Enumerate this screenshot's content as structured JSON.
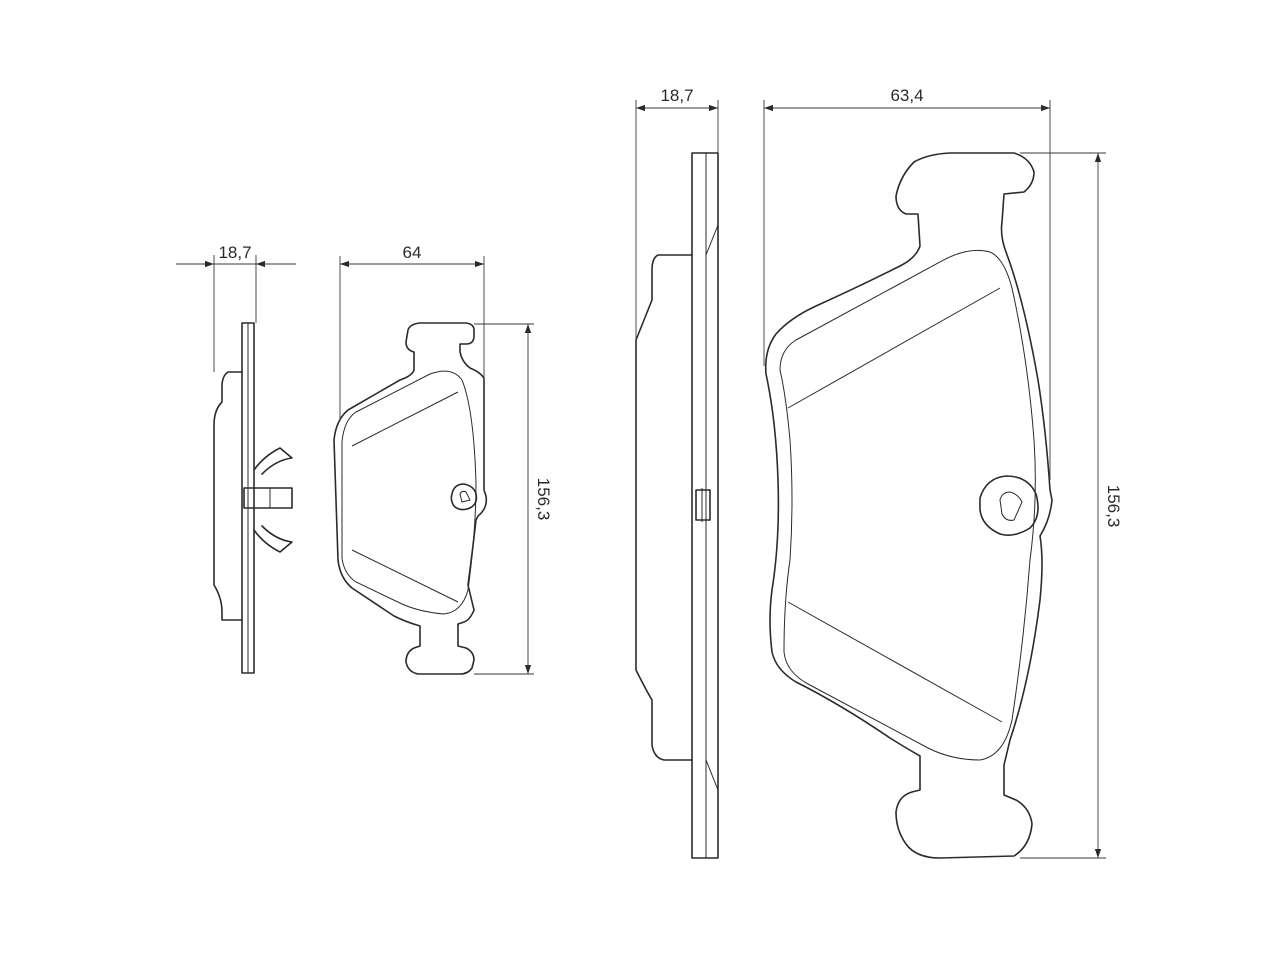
{
  "small_pad": {
    "thickness_label": "18,7",
    "width_label": "64",
    "height_label": "156,3"
  },
  "large_pad": {
    "thickness_label": "18,7",
    "width_label": "63,4",
    "height_label": "156,3"
  },
  "colors": {
    "line": "#2b2b2b",
    "background": "#ffffff"
  }
}
